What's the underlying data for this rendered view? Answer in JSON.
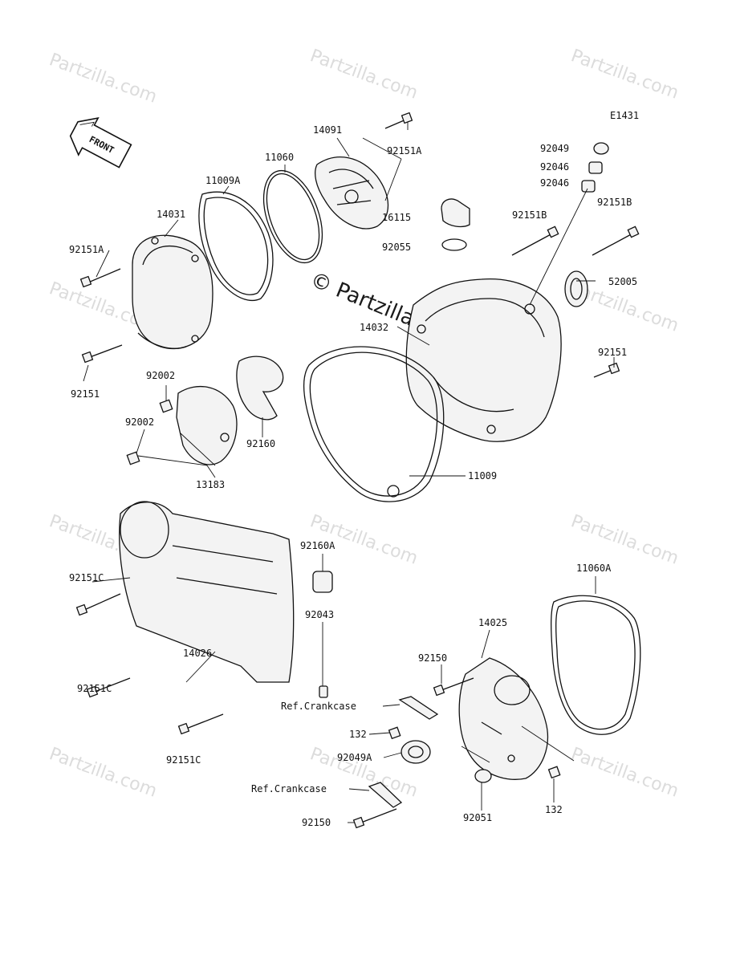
{
  "diagram_code": "E1431",
  "front_label": "FRONT",
  "watermark": {
    "text": "Partzilla.com",
    "copyright": "© Partzilla.com"
  },
  "labels": {
    "p14091": "14091",
    "p92151A_top": "92151A",
    "p11060": "11060",
    "p11009A": "11009A",
    "p14031": "14031",
    "p92151A_left": "92151A",
    "p92151_left": "92151",
    "p92049": "92049",
    "p92046_a": "92046",
    "p92046_b": "92046",
    "p16115": "16115",
    "p92055": "92055",
    "p92151B_a": "92151B",
    "p92151B_b": "92151B",
    "p52005": "52005",
    "p14032": "14032",
    "p92151_right": "92151",
    "p92002_a": "92002",
    "p92002_b": "92002",
    "p13183": "13183",
    "p92160": "92160",
    "p11009": "11009",
    "p92160A": "92160A",
    "p92151C_a": "92151C",
    "p92151C_b": "92151C",
    "p92151C_c": "92151C",
    "p92043": "92043",
    "p14026": "14026",
    "p11060A": "11060A",
    "p14025": "14025",
    "p92150_a": "92150",
    "p92150_b": "92150",
    "p_ref_crank_a": "Ref.Crankcase",
    "p_ref_crank_b": "Ref.Crankcase",
    "p132_a": "132",
    "p132_b": "132",
    "p92049A": "92049A",
    "p92051": "92051"
  }
}
